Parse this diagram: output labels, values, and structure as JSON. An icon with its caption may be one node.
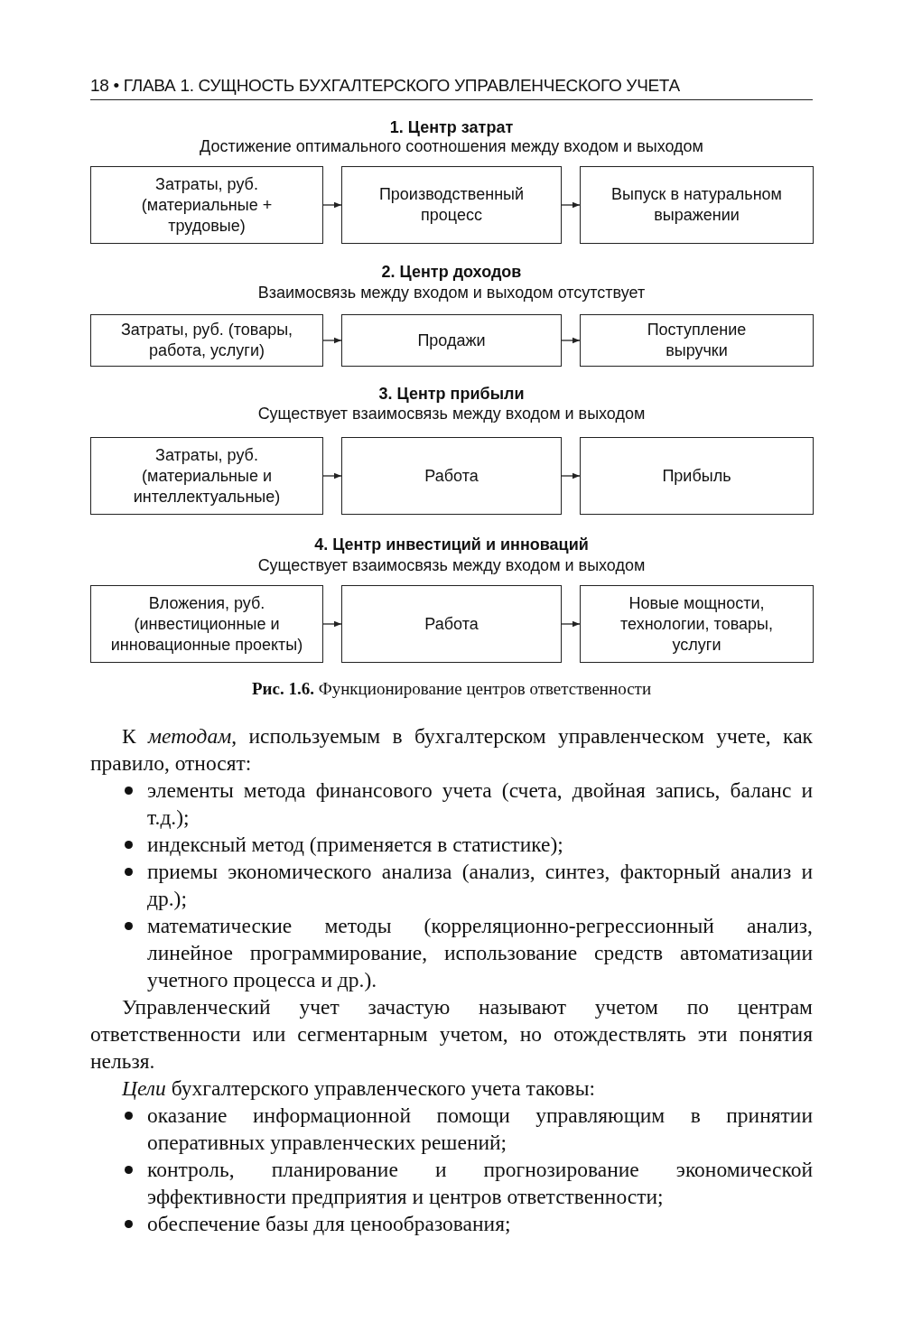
{
  "diagram": {
    "caption": "**Рис. 1.6.** Функционирование центров ответственности",
    "nodes": [
      {
        "text": [
          "Затраты, руб. (материальные + трудовые)"
        ]
      },
      {
        "text": [
          "Производственный процесс"
        ]
      },
      {
        "text": [
          "Выпуск в натуральном выражении"
        ]
      },
      {
        "text": [
          "Затраты, руб. (товары, работа, услуги)"
        ]
      },
      {
        "text": [
          "Продажи"
        ]
      },
      {
        "text": [
          "Поступление выручки"
        ]
      },
      {
        "text": [
          "Затраты, руб. (материальные и интеллектуальные)"
        ]
      },
      {
        "text": [
          "Работа"
        ]
      },
      {
        "text": [
          "Прибыль"
        ]
      },
      {
        "text": [
          "Вложения, руб. (инвестиционные и инновационные проекты)"
        ]
      },
      {
        "text": [
          "Работа"
        ]
      },
      {
        "text": [
          "Новые мощности, технологии, товары, услуги"
        ]
      }
    ],
    "edges": [
      {
        "from": 0,
        "to": 1,
        "arrow": "to"
      },
      {
        "from": 1,
        "to": 2,
        "arrow": "to"
      },
      {
        "from": 3,
        "to": 4,
        "arrow": "to"
      },
      {
        "from": 4,
        "to": 5,
        "arrow": "to"
      },
      {
        "from": 6,
        "to": 7,
        "arrow": "to"
      },
      {
        "from": 7,
        "to": 8,
        "arrow": "to"
      },
      {
        "from": 9,
        "to": 10,
        "arrow": "to"
      },
      {
        "from": 10,
        "to": 11,
        "arrow": "to"
      }
    ],
    "labels": [
      "18 • ГЛАВА 1. СУЩНОСТЬ БУХГАЛТЕРСКОГО УПРАВЛЕНЧЕСКОГО УЧЕТА",
      "1. Центр затрат",
      "Достижение оптимального соотношения между входом и выходом",
      "2. Центр доходов",
      "Взаимосвязь между входом и выходом отсутствует",
      "3. Центр прибыли",
      "Существует взаимосвязь между входом и выходом",
      "4. Центр инвестиций и инноваций",
      "Существует взаимосвязь между входом и выходом",
      "К *методам*, используемым в бухгалтерском управленческом учете, как правило, относят:",
      "элементы метода финансового учета (счета, двойная запись, баланс и т.д.);",
      "индексный метод (применяется в статистике);",
      "приемы экономического анализа (анализ, синтез, факторный анализ и др.);",
      "математические методы (корреляционно-регрессионный анализ, линейное программирование, использование средств автоматизации учетного процесса и др.).",
      "Управленческий учет зачастую называют учетом по центрам ответственности или сегментарным учетом, но отождествлять эти понятия нельзя.",
      "*Цели* бухгалтерского управленческого учета таковы:",
      "оказание информационной помощи управляющим в принятии оперативных управленческих решений;",
      "контроль, планирование и прогнозирование экономической эффективности предприятия и центров ответственности;",
      "обеспечение базы для ценообразования;"
    ]
  }
}
